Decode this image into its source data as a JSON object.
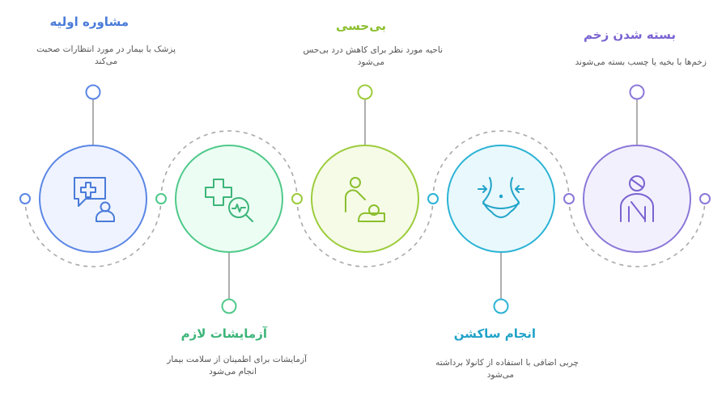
{
  "steps": [
    {
      "title": "مشاوره اولیه",
      "desc_line1": "پزشک با بیمار در مورد انتظارات صحبت",
      "desc_line2": "می‌کند",
      "icon": "consultation-chat-person-icon",
      "colors": {
        "fill": "#eef3ff",
        "stroke": "#5b86e5",
        "title": "#4a7bd8"
      }
    },
    {
      "title": "آزمایشات لازم",
      "desc_line1": "آزمایشات برای اطمینان از سلامت بیمار",
      "desc_line2": "انجام می‌شود",
      "icon": "medical-cross-magnifier-icon",
      "colors": {
        "fill": "#ecfdf3",
        "stroke": "#4fc98a",
        "title": "#3db57a"
      }
    },
    {
      "title": "بی‌حسی",
      "desc_line1": "ناحیه مورد نظر برای کاهش درد بی‌حس",
      "desc_line2": "می‌شود",
      "icon": "caregiver-baby-icon",
      "colors": {
        "fill": "#f5fbe6",
        "stroke": "#9ccc3c",
        "title": "#8bbf2f"
      }
    },
    {
      "title": "انجام ساکشن",
      "desc_line1": "چربی اضافی با استفاده از کانولا برداشته",
      "desc_line2": "می‌شود",
      "icon": "waist-body-arrows-icon",
      "colors": {
        "fill": "#e8f8fc",
        "stroke": "#2bb3d5",
        "title": "#21a3c9"
      }
    },
    {
      "title": "بسته شدن زخم",
      "desc_line1": "زخم‌ها با بخیه یا چسب بسته می‌شوند",
      "desc_line2": "",
      "icon": "bandaged-person-icon",
      "colors": {
        "fill": "#f3f0fd",
        "stroke": "#8b78d8",
        "title": "#7a63d1"
      }
    }
  ],
  "colors": {
    "connector": "#999999",
    "dash": "#aaaaaa"
  }
}
